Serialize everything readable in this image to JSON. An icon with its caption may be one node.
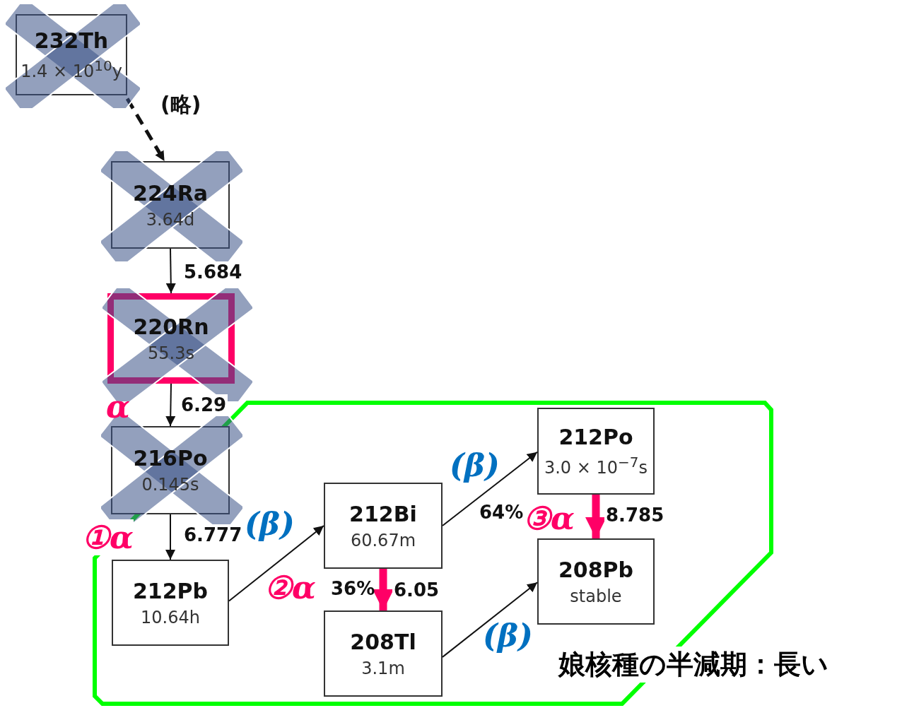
{
  "diagram": {
    "nodes": [
      {
        "text": [
          "232Th",
          "1.4 × 10$^{10}$y"
        ]
      },
      {
        "text": [
          "224Ra",
          "3.64d"
        ]
      },
      {
        "text": [
          "220Rn",
          "55.3s"
        ]
      },
      {
        "text": [
          "216Po",
          "0.145s"
        ]
      },
      {
        "text": [
          "212Pb",
          "10.64h"
        ]
      },
      {
        "text": [
          "212Bi",
          "60.67m"
        ]
      },
      {
        "text": [
          "208Tl",
          "3.1m"
        ]
      },
      {
        "text": [
          "212Po",
          "3.0 × 10$^{−7}$s"
        ]
      },
      {
        "text": [
          "208Pb",
          "stable"
        ]
      }
    ],
    "edges": [
      {
        "from": 0,
        "to": 1,
        "arrow": "to",
        "style": "dashed",
        "label": "(略)"
      },
      {
        "from": 1,
        "to": 2,
        "arrow": "to",
        "label": "5.684"
      },
      {
        "from": 2,
        "to": 3,
        "arrow": "to",
        "label": "6.29"
      },
      {
        "from": 3,
        "to": 4,
        "arrow": "to",
        "label": "6.777"
      },
      {
        "from": 4,
        "to": 5,
        "arrow": "to"
      },
      {
        "from": 5,
        "to": 7,
        "arrow": "to",
        "label": "64%"
      },
      {
        "from": 5,
        "to": 6,
        "arrow": "to",
        "style": "thick",
        "color": "#ff0066",
        "label": "6.05"
      },
      {
        "from": 6,
        "to": 8,
        "arrow": "to"
      },
      {
        "from": 7,
        "to": 8,
        "arrow": "to",
        "style": "thick",
        "color": "#ff0066",
        "label": "8.785"
      }
    ],
    "labels": [
      "α",
      "①α",
      "(β)",
      "(β)",
      "②α",
      "36%",
      "③α",
      "(β)",
      "娘核種の半減期：長い"
    ]
  }
}
